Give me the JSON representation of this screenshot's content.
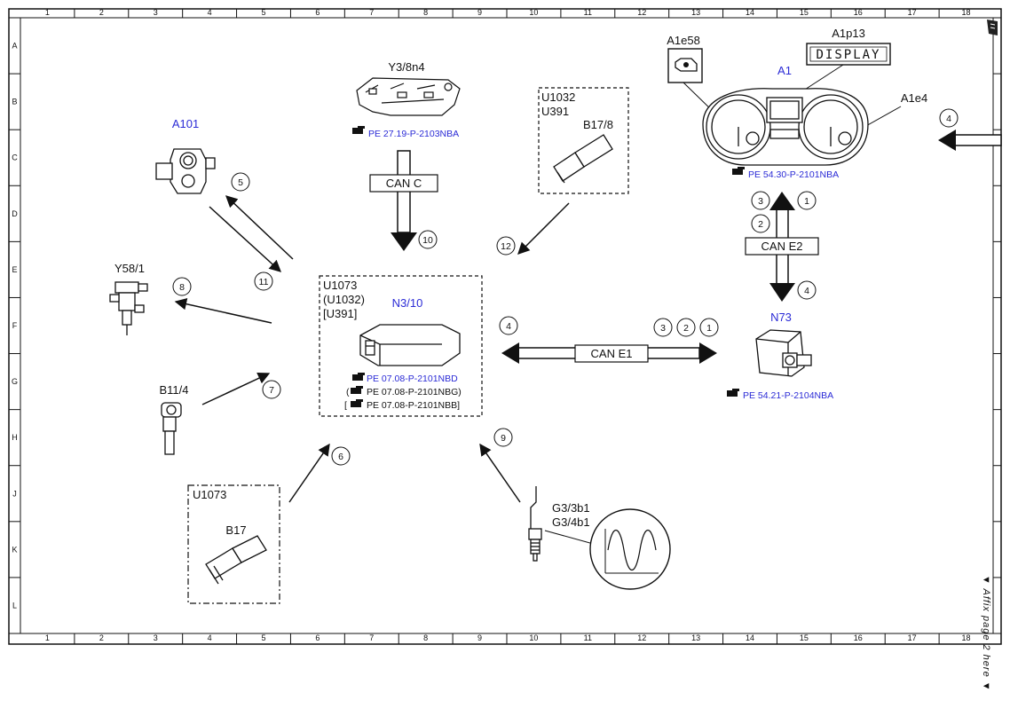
{
  "grid": {
    "columns": [
      "1",
      "2",
      "3",
      "4",
      "5",
      "6",
      "7",
      "8",
      "9",
      "10",
      "11",
      "12",
      "13",
      "14",
      "15",
      "16",
      "17",
      "18"
    ],
    "rows": [
      "A",
      "B",
      "C",
      "D",
      "E",
      "F",
      "G",
      "H",
      "J",
      "K",
      "L"
    ]
  },
  "side_note": "▼ Affix page 2 here ▼",
  "components": {
    "y3_8n4": {
      "label": "Y3/8n4",
      "ref": "PE 27.19-P-2103NBA"
    },
    "a101": {
      "label": "A101"
    },
    "y58_1": {
      "label": "Y58/1"
    },
    "b11_4": {
      "label": "B11/4"
    },
    "b17_box": {
      "variant": "U1073",
      "label": "B17"
    },
    "b17_8_box": {
      "variant1": "U1032",
      "variant2": "U391",
      "label": "B17/8"
    },
    "n3_10": {
      "variant1": "U1073",
      "variant2": "(U1032)",
      "variant3": "[U391]",
      "label": "N3/10",
      "ref1": "PE 07.08-P-2101NBD",
      "ref2_open": "(",
      "ref2": "PE 07.08-P-2101NBG)",
      "ref3_open": "[",
      "ref3": "PE 07.08-P-2101NBB]"
    },
    "g3": {
      "label1": "G3/3b1",
      "label2": "G3/4b1"
    },
    "a1": {
      "label": "A1",
      "ref": "PE 54.30-P-2101NBA",
      "a1e58": "A1e58",
      "a1p13": "A1p13",
      "display_text": "DISPLAY",
      "a1e4": "A1e4"
    },
    "n73": {
      "label": "N73",
      "ref": "PE 54.21-P-2104NBA"
    }
  },
  "buses": {
    "can_c": "CAN C",
    "can_e1": "CAN E1",
    "can_e2": "CAN E2"
  },
  "circles": {
    "c1_e2": "1",
    "c2_e2": "2",
    "c3_e2": "3",
    "c4_e2": "4",
    "c1_e1": "1",
    "c2_e1": "2",
    "c3_e1": "3",
    "c4_e1": "4",
    "c4_edge": "4",
    "c5": "5",
    "c6": "6",
    "c7": "7",
    "c8": "8",
    "c9": "9",
    "c10": "10",
    "c11": "11",
    "c12": "12"
  },
  "colors": {
    "component_label": "#2b2bd6",
    "line": "#111111"
  }
}
